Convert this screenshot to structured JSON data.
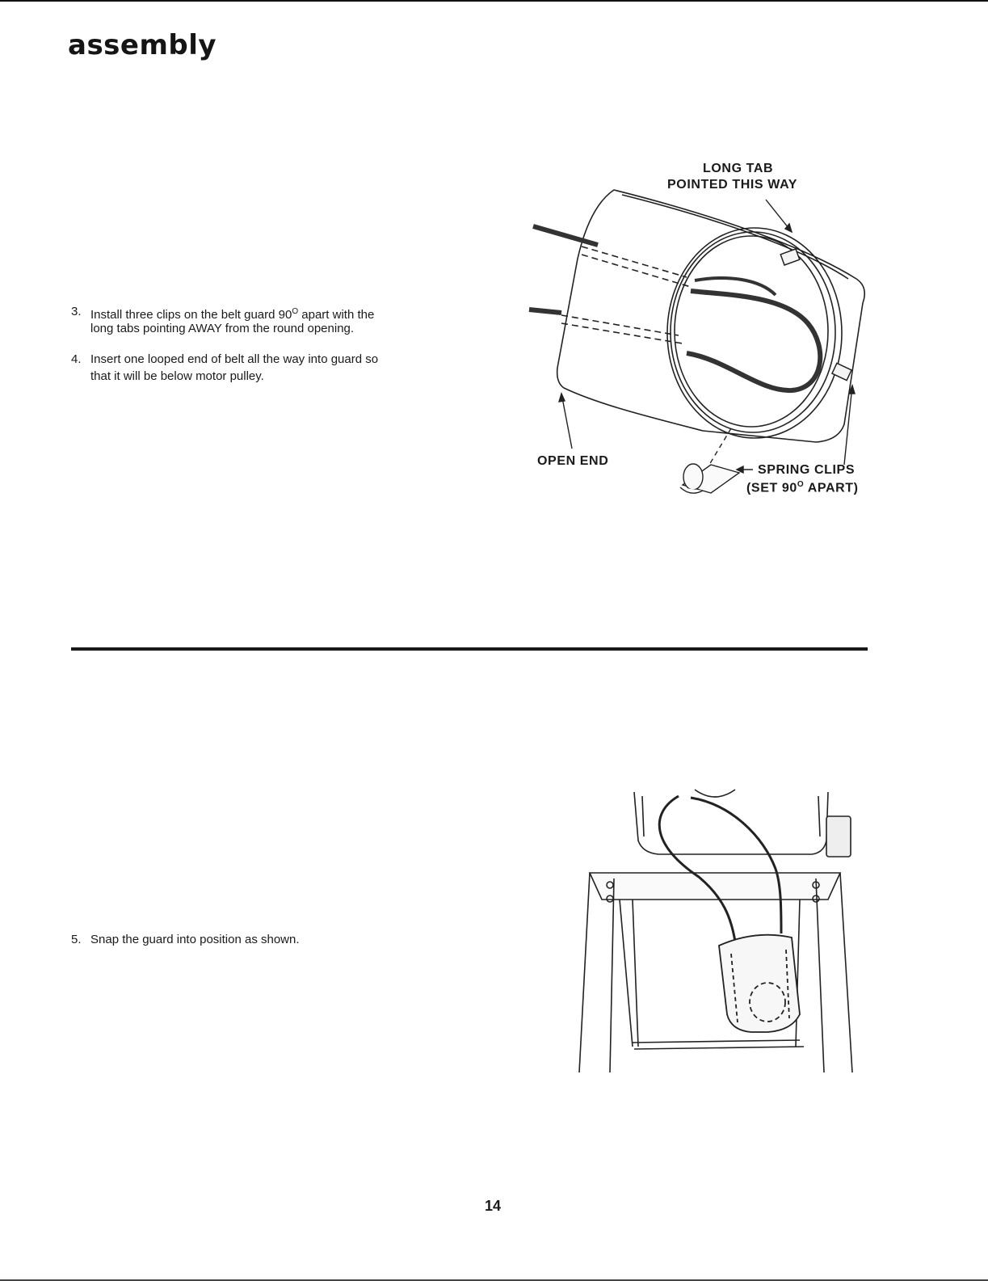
{
  "page": {
    "title": "assembly",
    "page_number": "14"
  },
  "steps": [
    {
      "num": "3.",
      "line1_pre": "Install three clips on the belt guard 90",
      "line1_sup": "O",
      "line1_post": " apart with the",
      "line2": "long tabs pointing AWAY from the round opening."
    },
    {
      "num": "4.",
      "line1": "Insert one looped end of belt all the way into guard so",
      "line2": "that it will be below motor pulley."
    },
    {
      "num": "5.",
      "line1": "Snap the guard into position as shown."
    }
  ],
  "figure1": {
    "label_long_tab_1": "LONG TAB",
    "label_long_tab_2": "POINTED THIS WAY",
    "label_open_end": "OPEN END",
    "label_spring_clips": "SPRING CLIPS",
    "label_apart_pre": "(SET 90",
    "label_apart_sup": "O",
    "label_apart_post": " APART)"
  }
}
